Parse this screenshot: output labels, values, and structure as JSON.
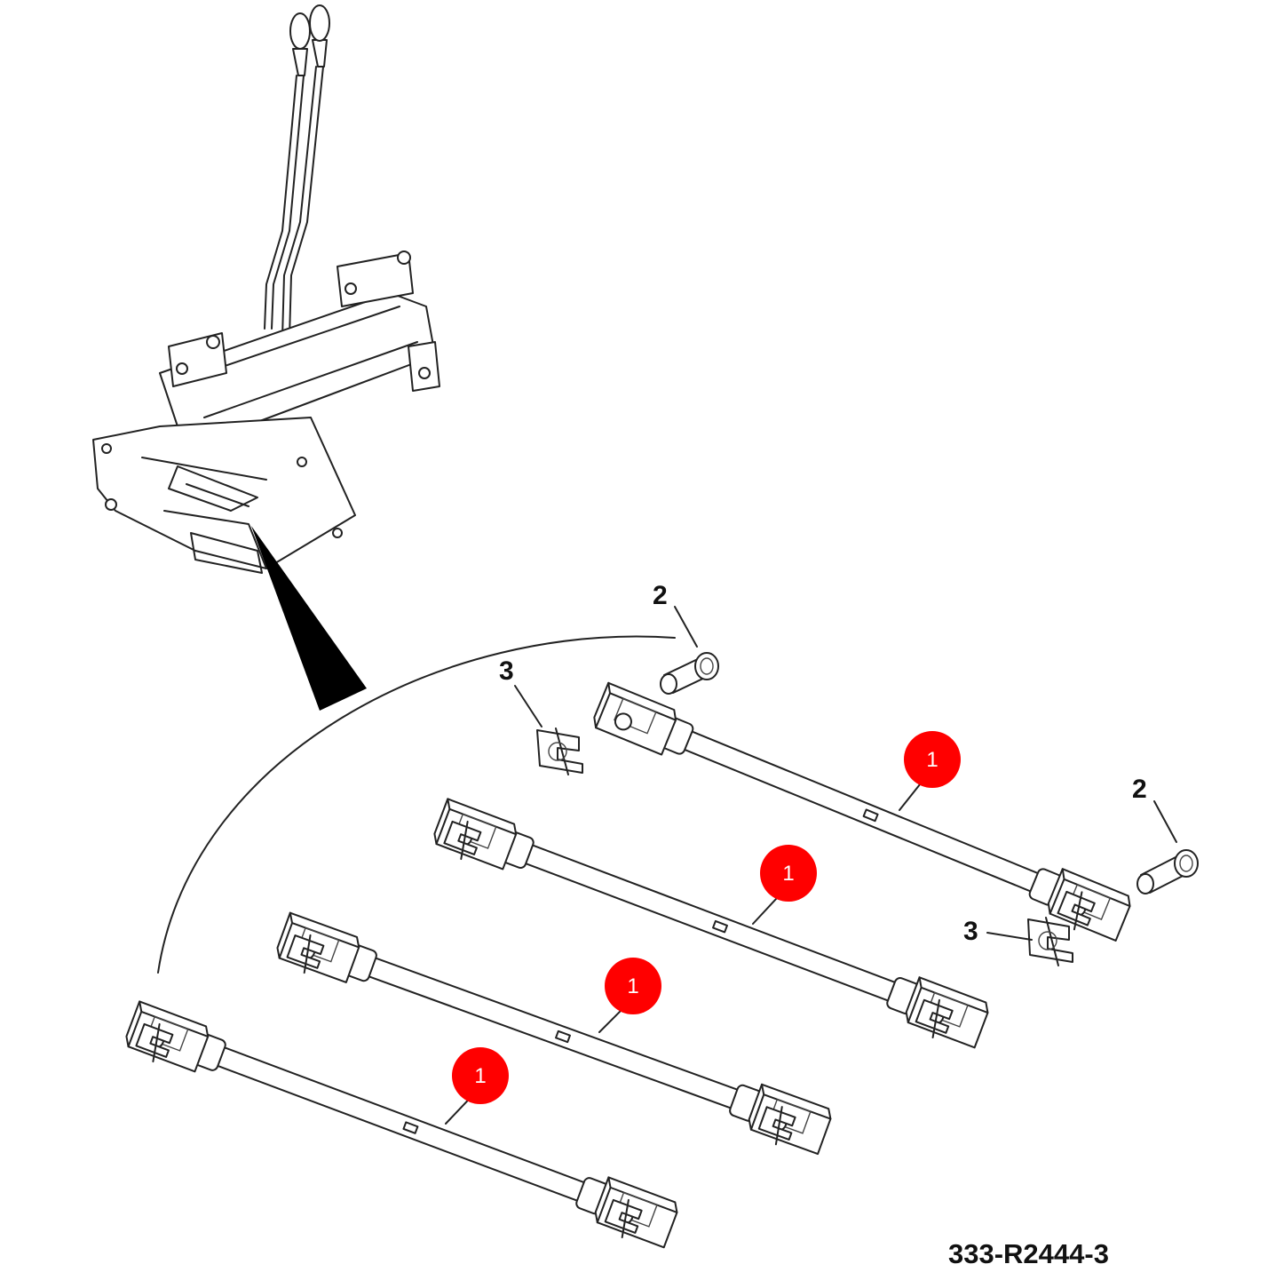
{
  "diagram": {
    "drawing_id": "333-R2444-3",
    "callouts": [
      {
        "id": "callout-2-upper",
        "label": "2"
      },
      {
        "id": "callout-2-lower",
        "label": "2"
      },
      {
        "id": "callout-3-upper",
        "label": "3"
      },
      {
        "id": "callout-3-lower",
        "label": "3"
      }
    ],
    "highlight_badges": [
      {
        "id": "badge-1-a",
        "label": "1"
      },
      {
        "id": "badge-1-b",
        "label": "1"
      },
      {
        "id": "badge-1-c",
        "label": "1"
      },
      {
        "id": "badge-1-d",
        "label": "1"
      }
    ],
    "colors": {
      "badge_fill": "#ff0000",
      "line": "#222222",
      "background": "#ffffff"
    }
  }
}
